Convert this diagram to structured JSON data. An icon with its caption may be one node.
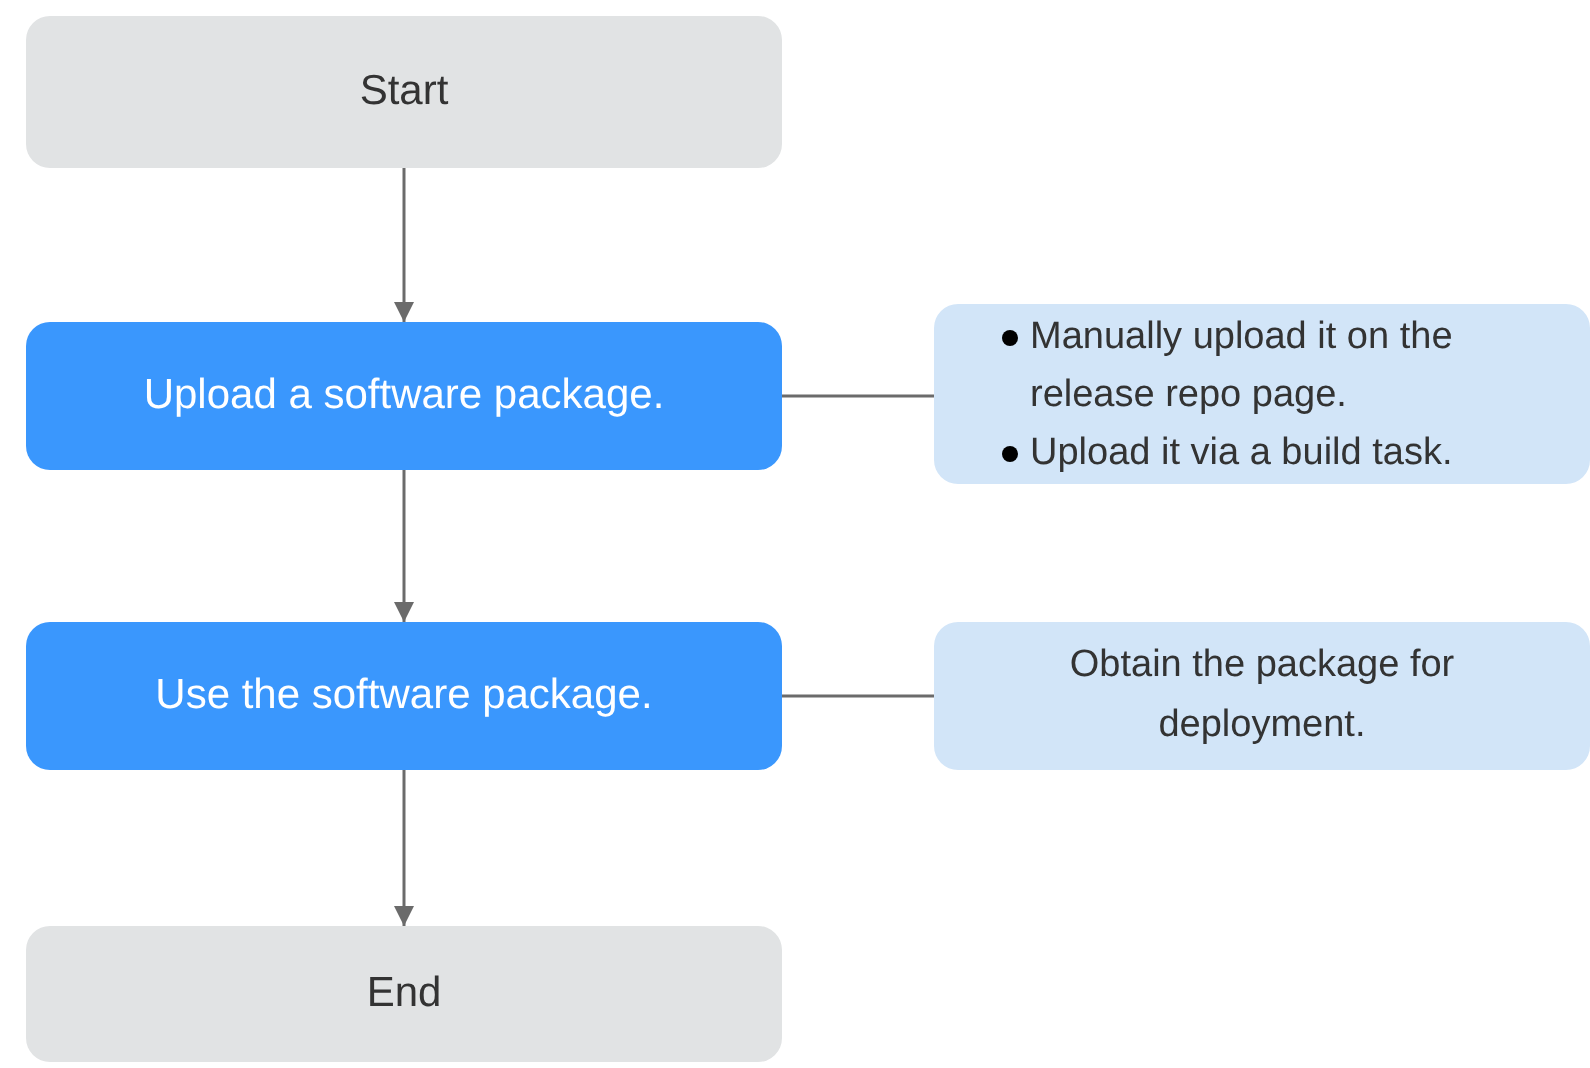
{
  "diagram": {
    "nodes": [
      {
        "text": [
          "Start"
        ]
      },
      {
        "text": [
          "Upload a software package."
        ]
      },
      {
        "text": [
          "Manually upload it on the release repo page.",
          "Upload it via a build task."
        ]
      },
      {
        "text": [
          "Use the software package."
        ]
      },
      {
        "text": [
          "Obtain the package for deployment."
        ]
      },
      {
        "text": [
          "End"
        ]
      }
    ],
    "edges": [
      {
        "from": 0,
        "to": 1,
        "arrow": "to"
      },
      {
        "from": 1,
        "to": 3,
        "arrow": "to"
      },
      {
        "from": 3,
        "to": 5,
        "arrow": "to"
      },
      {
        "from": 1,
        "to": 2,
        "arrow": "none"
      },
      {
        "from": 3,
        "to": 4,
        "arrow": "none"
      }
    ]
  }
}
